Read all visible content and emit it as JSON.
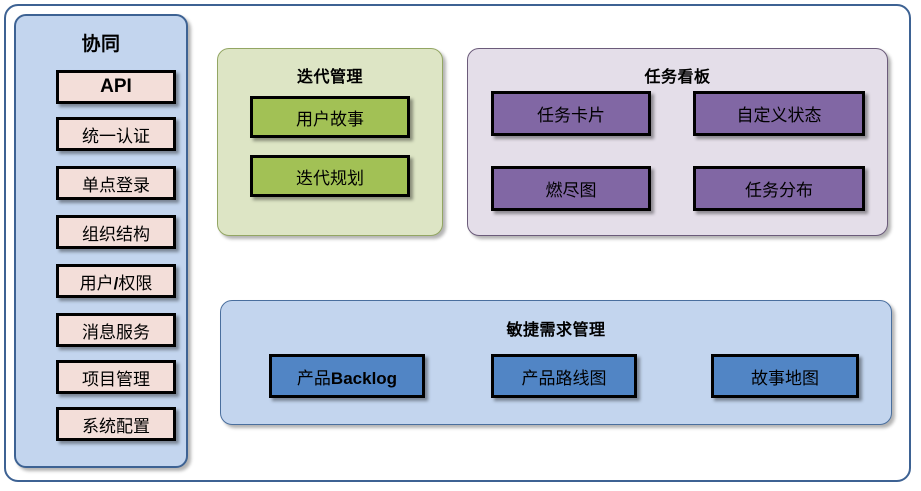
{
  "diagram": {
    "title_visible": false,
    "colors": {
      "frame_border": "#3d6293",
      "collab_bg": "#c3d5ee",
      "collab_border": "#3d6293",
      "chip_bg": "#f3ded9",
      "iteration_bg": "#dde5c5",
      "iteration_box_bg": "#a2c155",
      "taskboard_bg": "#e4dee9",
      "taskboard_box_bg": "#8167a4",
      "agile_bg": "#c3d5ee",
      "agile_box_bg": "#5185c5",
      "box_border": "#000000"
    }
  },
  "collaboration": {
    "title": "协同",
    "items": [
      {
        "label": "API"
      },
      {
        "label": "统一认证"
      },
      {
        "label": "单点登录"
      },
      {
        "label": "组织结构"
      },
      {
        "label": "用户/权限"
      },
      {
        "label": "消息服务"
      },
      {
        "label": "项目管理"
      },
      {
        "label": "系统配置"
      }
    ]
  },
  "iteration": {
    "title": "迭代管理",
    "items": [
      {
        "label": "用户故事"
      },
      {
        "label": "迭代规划"
      }
    ]
  },
  "taskboard": {
    "title": "任务看板",
    "items": [
      {
        "label": "任务卡片"
      },
      {
        "label": "自定义状态"
      },
      {
        "label": "燃尽图"
      },
      {
        "label": "任务分布"
      }
    ]
  },
  "agile": {
    "title": "敏捷需求管理",
    "items": [
      {
        "label": "产品Backlog"
      },
      {
        "label": "产品路线图"
      },
      {
        "label": "故事地图"
      }
    ]
  }
}
